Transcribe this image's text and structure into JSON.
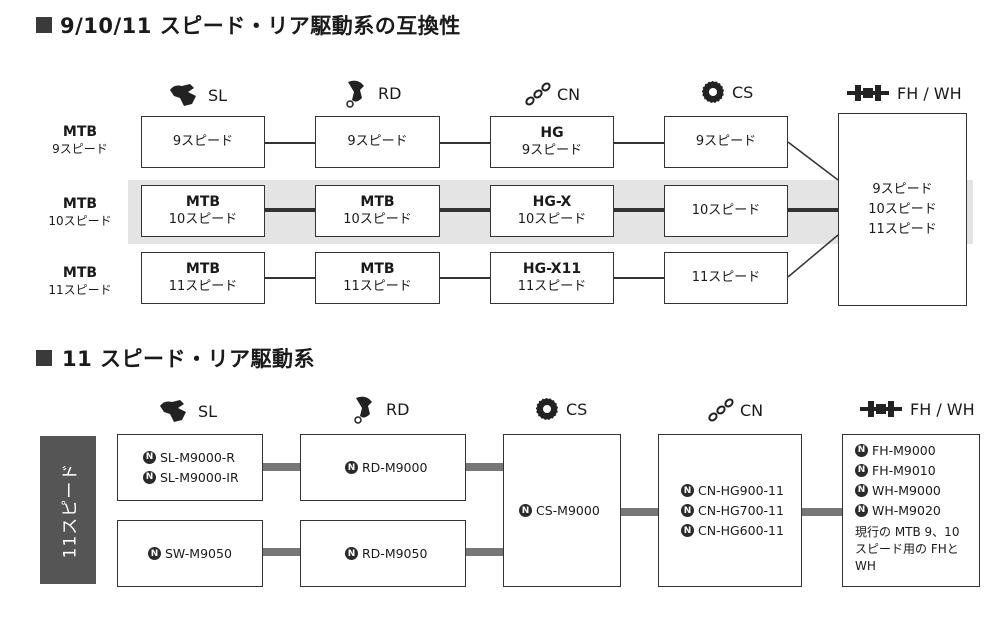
{
  "section1": {
    "title": "9/10/11 スピード・リア駆動系の互換性",
    "columns": [
      {
        "label": "SL",
        "icon": "shifter-icon"
      },
      {
        "label": "RD",
        "icon": "derailleur-icon"
      },
      {
        "label": "CN",
        "icon": "chain-icon"
      },
      {
        "label": "CS",
        "icon": "cassette-icon"
      },
      {
        "label": "FH / WH",
        "icon": "hub-icon"
      }
    ],
    "rows": [
      {
        "label_a": "MTB",
        "label_b": "9スピード",
        "cells": [
          {
            "a": "",
            "b": "9スピード"
          },
          {
            "a": "",
            "b": "9スピード"
          },
          {
            "a": "HG",
            "b": "9スピード"
          },
          {
            "a": "",
            "b": "9スピード"
          }
        ]
      },
      {
        "label_a": "MTB",
        "label_b": "10スピード",
        "cells": [
          {
            "a": "MTB",
            "b": "10スピード"
          },
          {
            "a": "MTB",
            "b": "10スピード"
          },
          {
            "a": "HG-X",
            "b": "10スピード"
          },
          {
            "a": "",
            "b": "10スピード"
          }
        ]
      },
      {
        "label_a": "MTB",
        "label_b": "11スピード",
        "cells": [
          {
            "a": "MTB",
            "b": "11スピード"
          },
          {
            "a": "MTB",
            "b": "11スピード"
          },
          {
            "a": "HG-X11",
            "b": "11スピード"
          },
          {
            "a": "",
            "b": "11スピード"
          }
        ]
      }
    ],
    "fh_box": [
      "9スピード",
      "10スピード",
      "11スピード"
    ]
  },
  "section2": {
    "title": "11 スピード・リア駆動系",
    "side_label": "11スピード",
    "badge": "N",
    "columns": [
      {
        "label": "SL",
        "icon": "shifter-icon"
      },
      {
        "label": "RD",
        "icon": "derailleur-icon"
      },
      {
        "label": "CS",
        "icon": "cassette-icon"
      },
      {
        "label": "CN",
        "icon": "chain-icon"
      },
      {
        "label": "FH / WH",
        "icon": "hub-icon"
      }
    ],
    "sl_top": [
      "SL-M9000-R",
      "SL-M9000-IR"
    ],
    "sl_bottom": [
      "SW-M9050"
    ],
    "rd_top": [
      "RD-M9000"
    ],
    "rd_bottom": [
      "RD-M9050"
    ],
    "cs": [
      "CS-M9000"
    ],
    "cn": [
      "CN-HG900-11",
      "CN-HG700-11",
      "CN-HG600-11"
    ],
    "fh": [
      "FH-M9000",
      "FH-M9010",
      "WH-M9000",
      "WH-M9020"
    ],
    "fh_note": "現行の MTB 9、10 スピード用の FHと WH"
  }
}
